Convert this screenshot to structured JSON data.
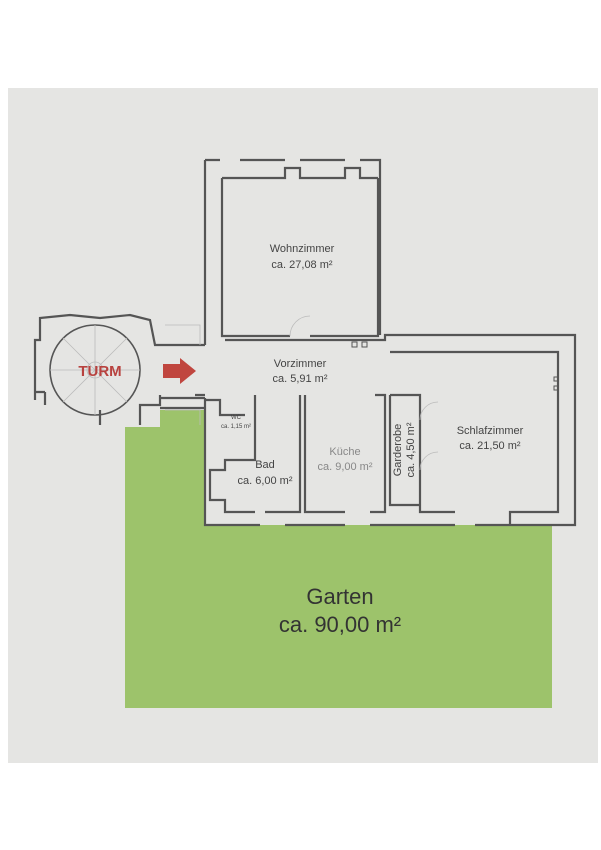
{
  "plan": {
    "tower": {
      "label": "TURM"
    },
    "rooms": [
      {
        "name": "Wohnzimmer",
        "area": "ca. 27,08 m²"
      },
      {
        "name": "Vorzimmer",
        "area": "ca. 5,91 m²"
      },
      {
        "name": "WC",
        "area": "ca. 1,15 m²"
      },
      {
        "name": "Bad",
        "area": "ca. 6,00 m²"
      },
      {
        "name": "Küche",
        "area": "ca. 9,00 m²"
      },
      {
        "name": "Garderobe",
        "area": "ca. 4,50 m²"
      },
      {
        "name": "Schlafzimmer",
        "area": "ca. 21,50 m²"
      }
    ],
    "garden": {
      "name": "Garten",
      "area": "ca. 90,00 m²"
    }
  },
  "colors": {
    "garden": "#9dc36b",
    "tower_label": "#b8423f",
    "arrow": "#c0463f",
    "paper": "#e5e5e3"
  }
}
